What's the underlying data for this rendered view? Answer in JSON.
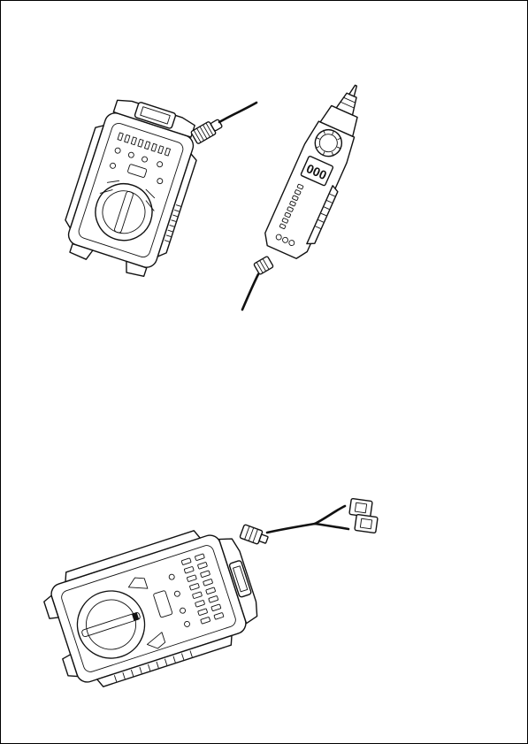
{
  "document": {
    "kind": "instruction-manual-illustration-page",
    "text_blocks": []
  },
  "figures": [
    {
      "id": "top",
      "items": [
        "receiver-unit-icon",
        "rj45-plug-icon",
        "probe-tracer-icon",
        "rj45-plug-icon"
      ]
    },
    {
      "id": "bottom",
      "items": [
        "receiver-unit-icon",
        "rj11-plug-icon",
        "cable-splitter-icon"
      ]
    }
  ],
  "colors": {
    "line": "#111111",
    "paper": "#ffffff"
  },
  "probe_display": "000"
}
